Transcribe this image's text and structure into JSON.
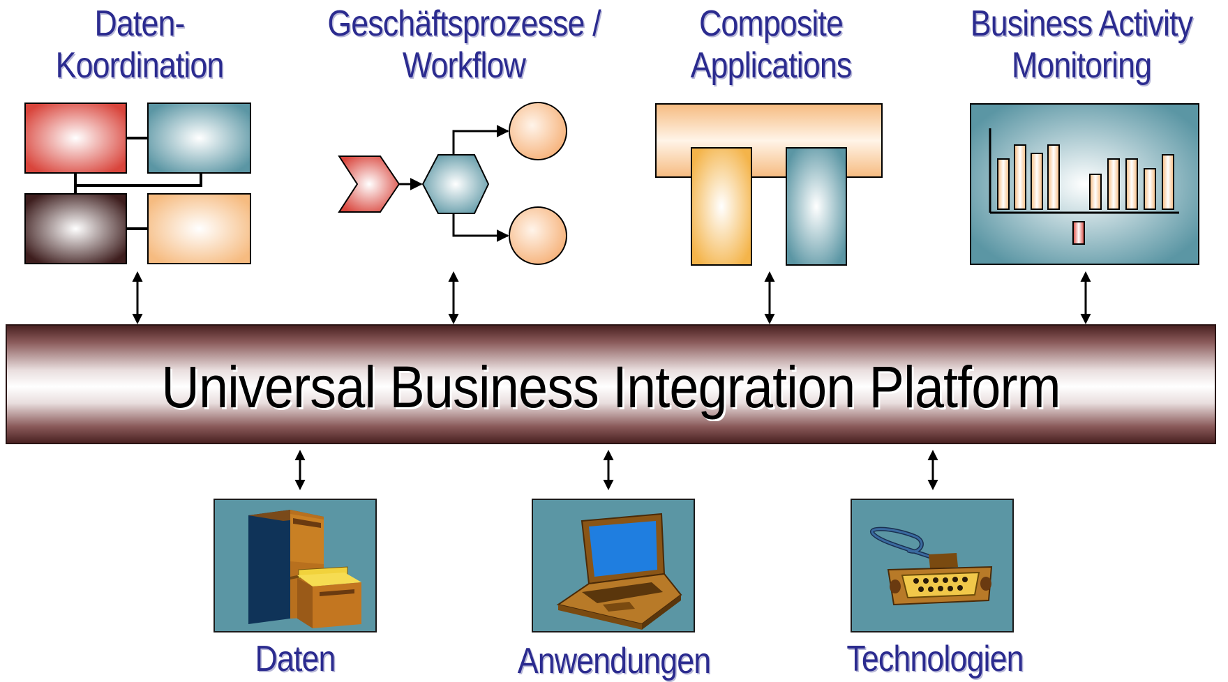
{
  "top_labels": {
    "daten_koordination": [
      "Daten-",
      "Koordination"
    ],
    "geschaeftsprozesse": [
      "Geschäftsprozesse /",
      "Workflow"
    ],
    "composite": [
      "Composite",
      "Applications"
    ],
    "bam": [
      "Business Activity",
      "Monitoring"
    ]
  },
  "platform": {
    "title": "Universal Business Integration Platform"
  },
  "bottom_labels": {
    "daten": "Daten",
    "anwendungen": "Anwendungen",
    "technologien": "Technologien"
  },
  "colors": {
    "label_text": "#2b2b8f",
    "red": "#d9534a",
    "teal": "#5b96a4",
    "peach": "#f6c08a",
    "brown": "#4a2222",
    "panel": "#5b96a4"
  }
}
